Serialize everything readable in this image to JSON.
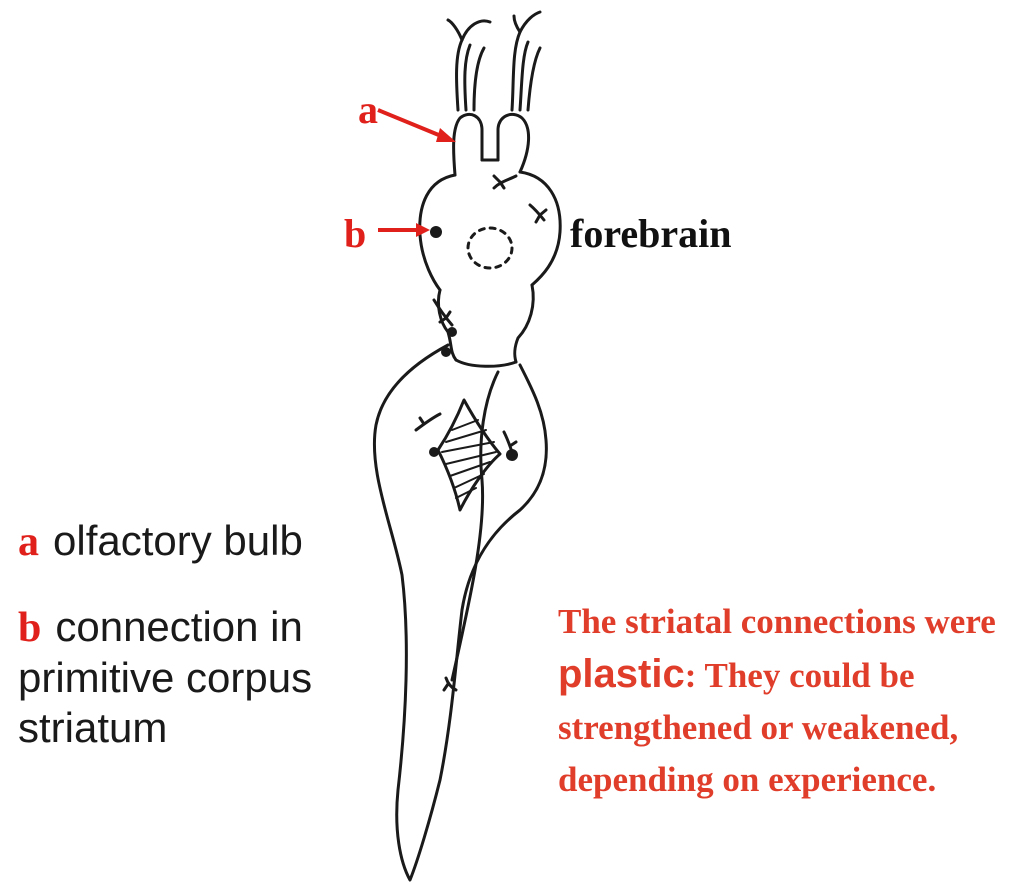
{
  "labels": {
    "a_marker": "a",
    "b_marker": "b",
    "forebrain": "forebrain"
  },
  "legend": {
    "a_key": "a",
    "a_text": "olfactory bulb",
    "b_key": "b",
    "b_text_line1": "connection in",
    "b_text_line2": "primitive corpus",
    "b_text_line3": "striatum"
  },
  "note": {
    "part1": "The striatal connections were",
    "emphasis": "plastic",
    "part2": ": They could be strengthened or weakened, depending on experience",
    "end": "."
  },
  "colors": {
    "accent_red": "#e0211b",
    "ink": "#111111"
  }
}
